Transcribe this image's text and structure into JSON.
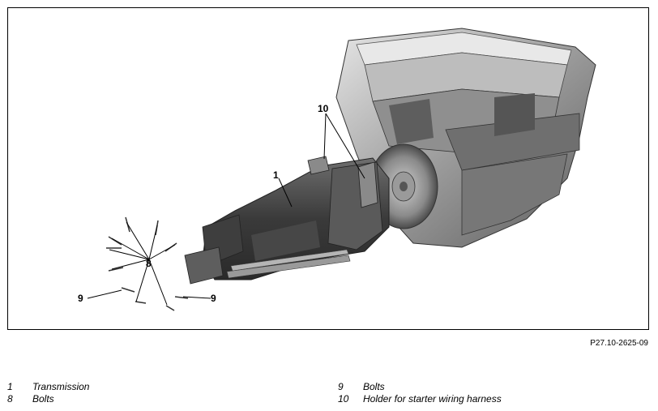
{
  "figure": {
    "code": "P27.10-2625-09",
    "callouts": {
      "transmission": "1",
      "bolts": "8",
      "bolt_single_left": "9",
      "bolt_single_right": "9",
      "holder": "10"
    }
  },
  "legend": {
    "left": [
      {
        "num": "1",
        "label": "Transmission"
      },
      {
        "num": "8",
        "label": "Bolts"
      }
    ],
    "right": [
      {
        "num": "9",
        "label": "Bolts"
      },
      {
        "num": "10",
        "label": "Holder for starter wiring harness"
      }
    ]
  },
  "colors": {
    "engine_light": "#d9d9d9",
    "engine_mid": "#a8a8a8",
    "engine_dark": "#5a5a5a",
    "transmission": "#4a4a4a"
  }
}
